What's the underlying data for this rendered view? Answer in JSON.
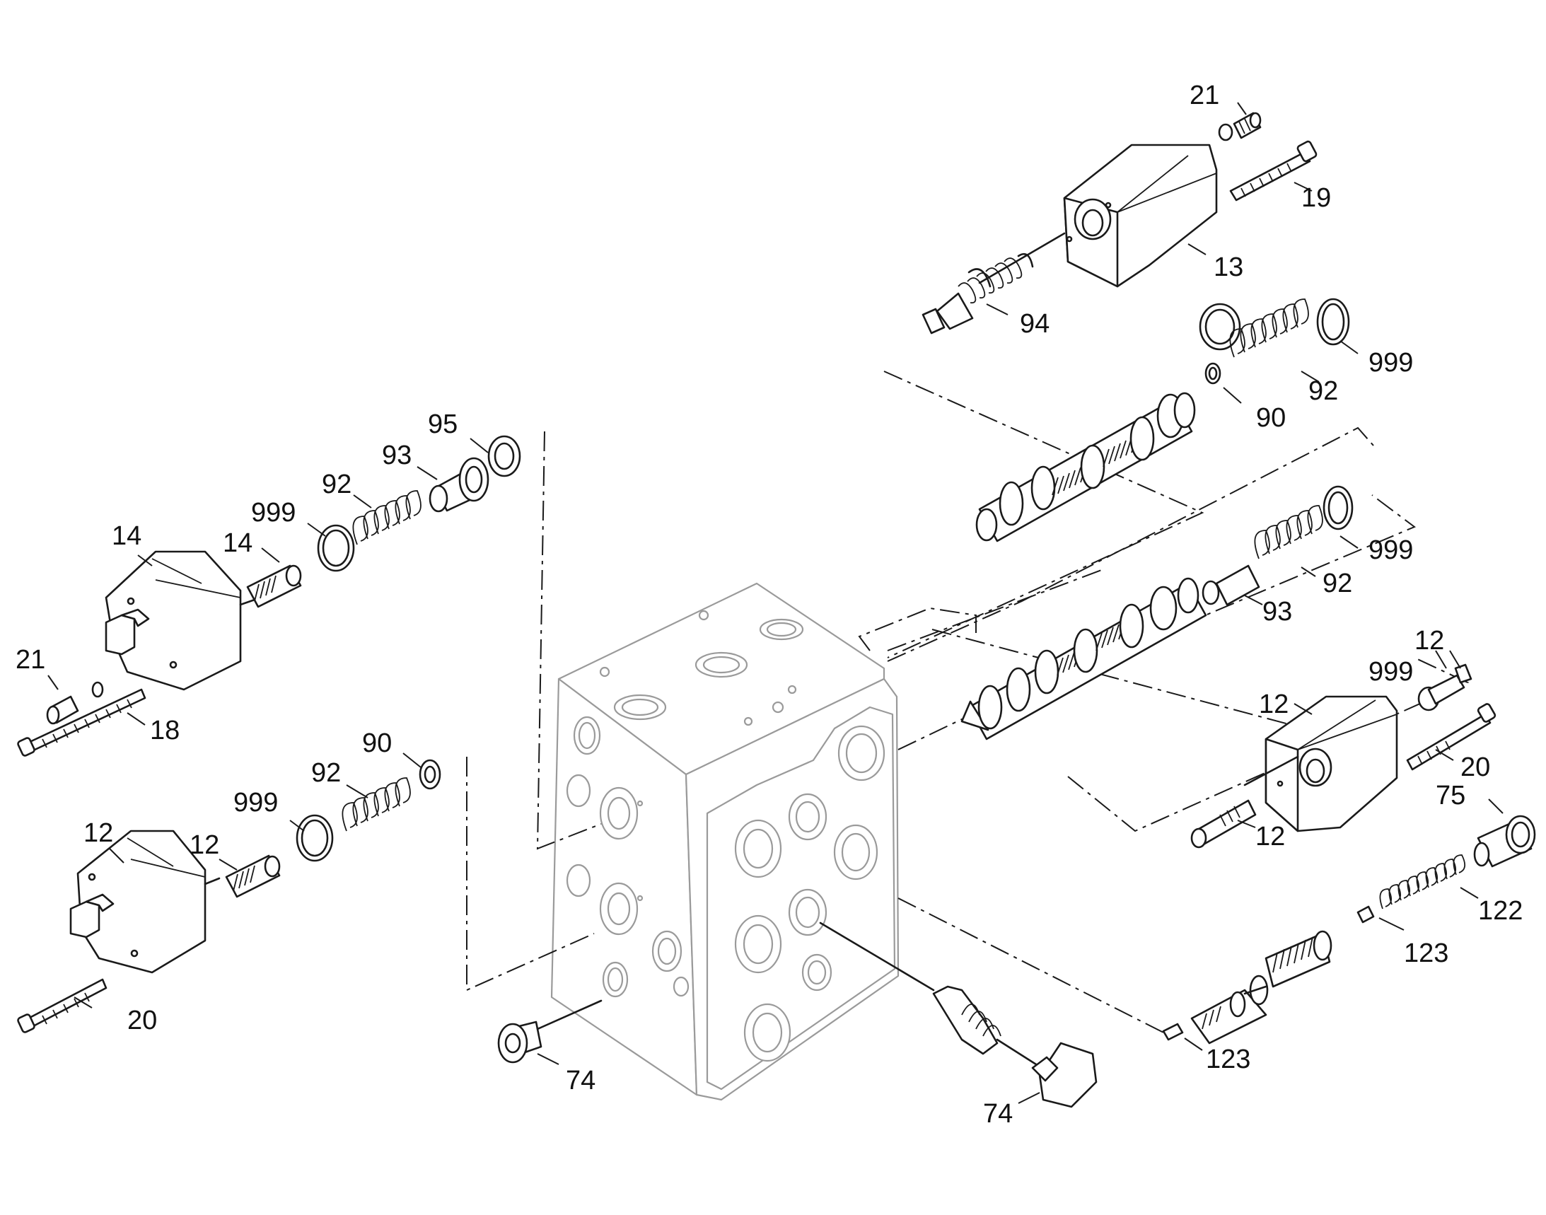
{
  "labels": {
    "l21a": "21",
    "l19": "19",
    "l13": "13",
    "l94": "94",
    "l999a": "999",
    "l92a": "92",
    "l90a": "90",
    "l95": "95",
    "l93a": "93",
    "l92b": "92",
    "l999b": "999",
    "l14a": "14",
    "l14b": "14",
    "l21b": "21",
    "l18": "18",
    "l90b": "90",
    "l92c": "92",
    "l999c": "999",
    "l12a": "12",
    "l12b": "12",
    "l20a": "20",
    "l999d": "999",
    "l92d": "92",
    "l93b": "93",
    "l12c": "12",
    "l999e": "999",
    "l12d": "12",
    "l20b": "20",
    "l12e": "12",
    "l75": "75",
    "l122": "122",
    "l123a": "123",
    "l123b": "123",
    "l74a": "74",
    "l74b": "74"
  }
}
